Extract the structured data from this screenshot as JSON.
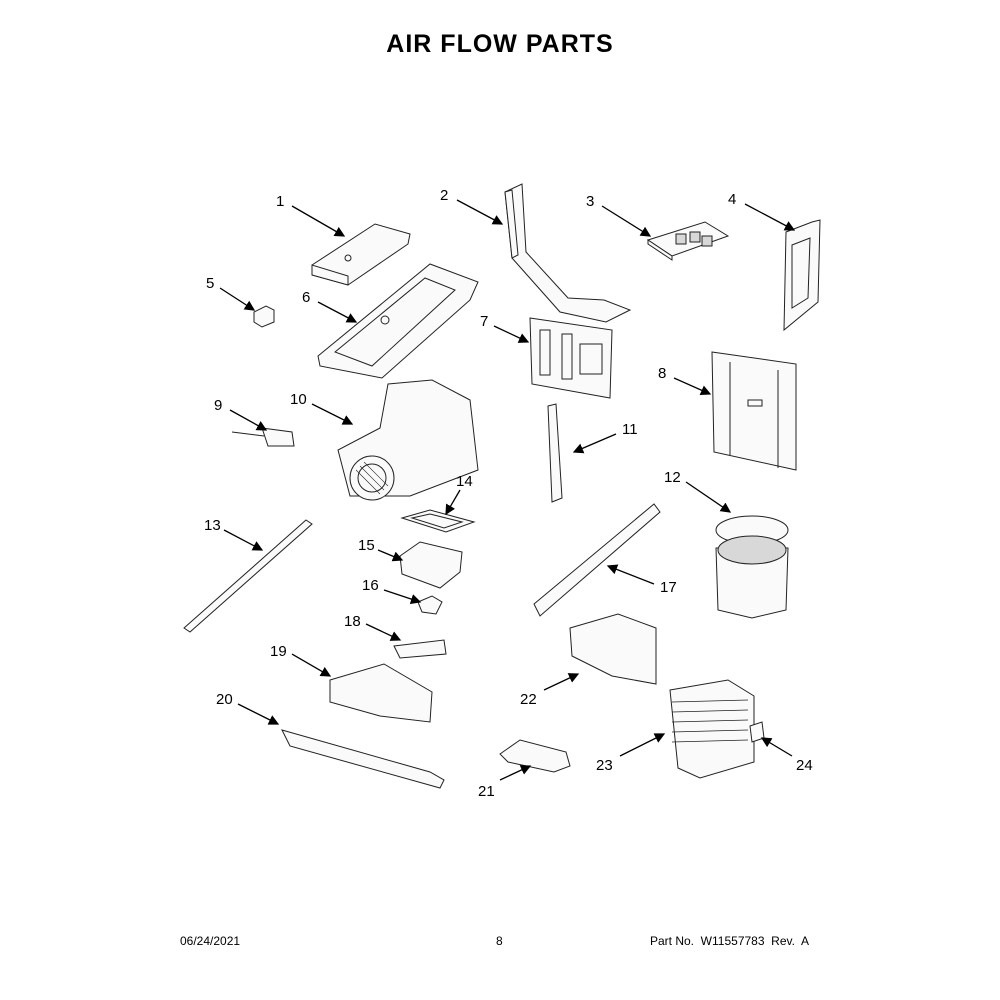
{
  "title": "AIR FLOW PARTS",
  "footer": {
    "date": "06/24/2021",
    "page": "8",
    "part_no": "Part No.  W11557783  Rev.  A"
  },
  "callouts": [
    "1",
    "2",
    "3",
    "4",
    "5",
    "6",
    "7",
    "8",
    "9",
    "10",
    "11",
    "12",
    "13",
    "14",
    "15",
    "16",
    "17",
    "18",
    "19",
    "20",
    "21",
    "22",
    "23",
    "24"
  ]
}
